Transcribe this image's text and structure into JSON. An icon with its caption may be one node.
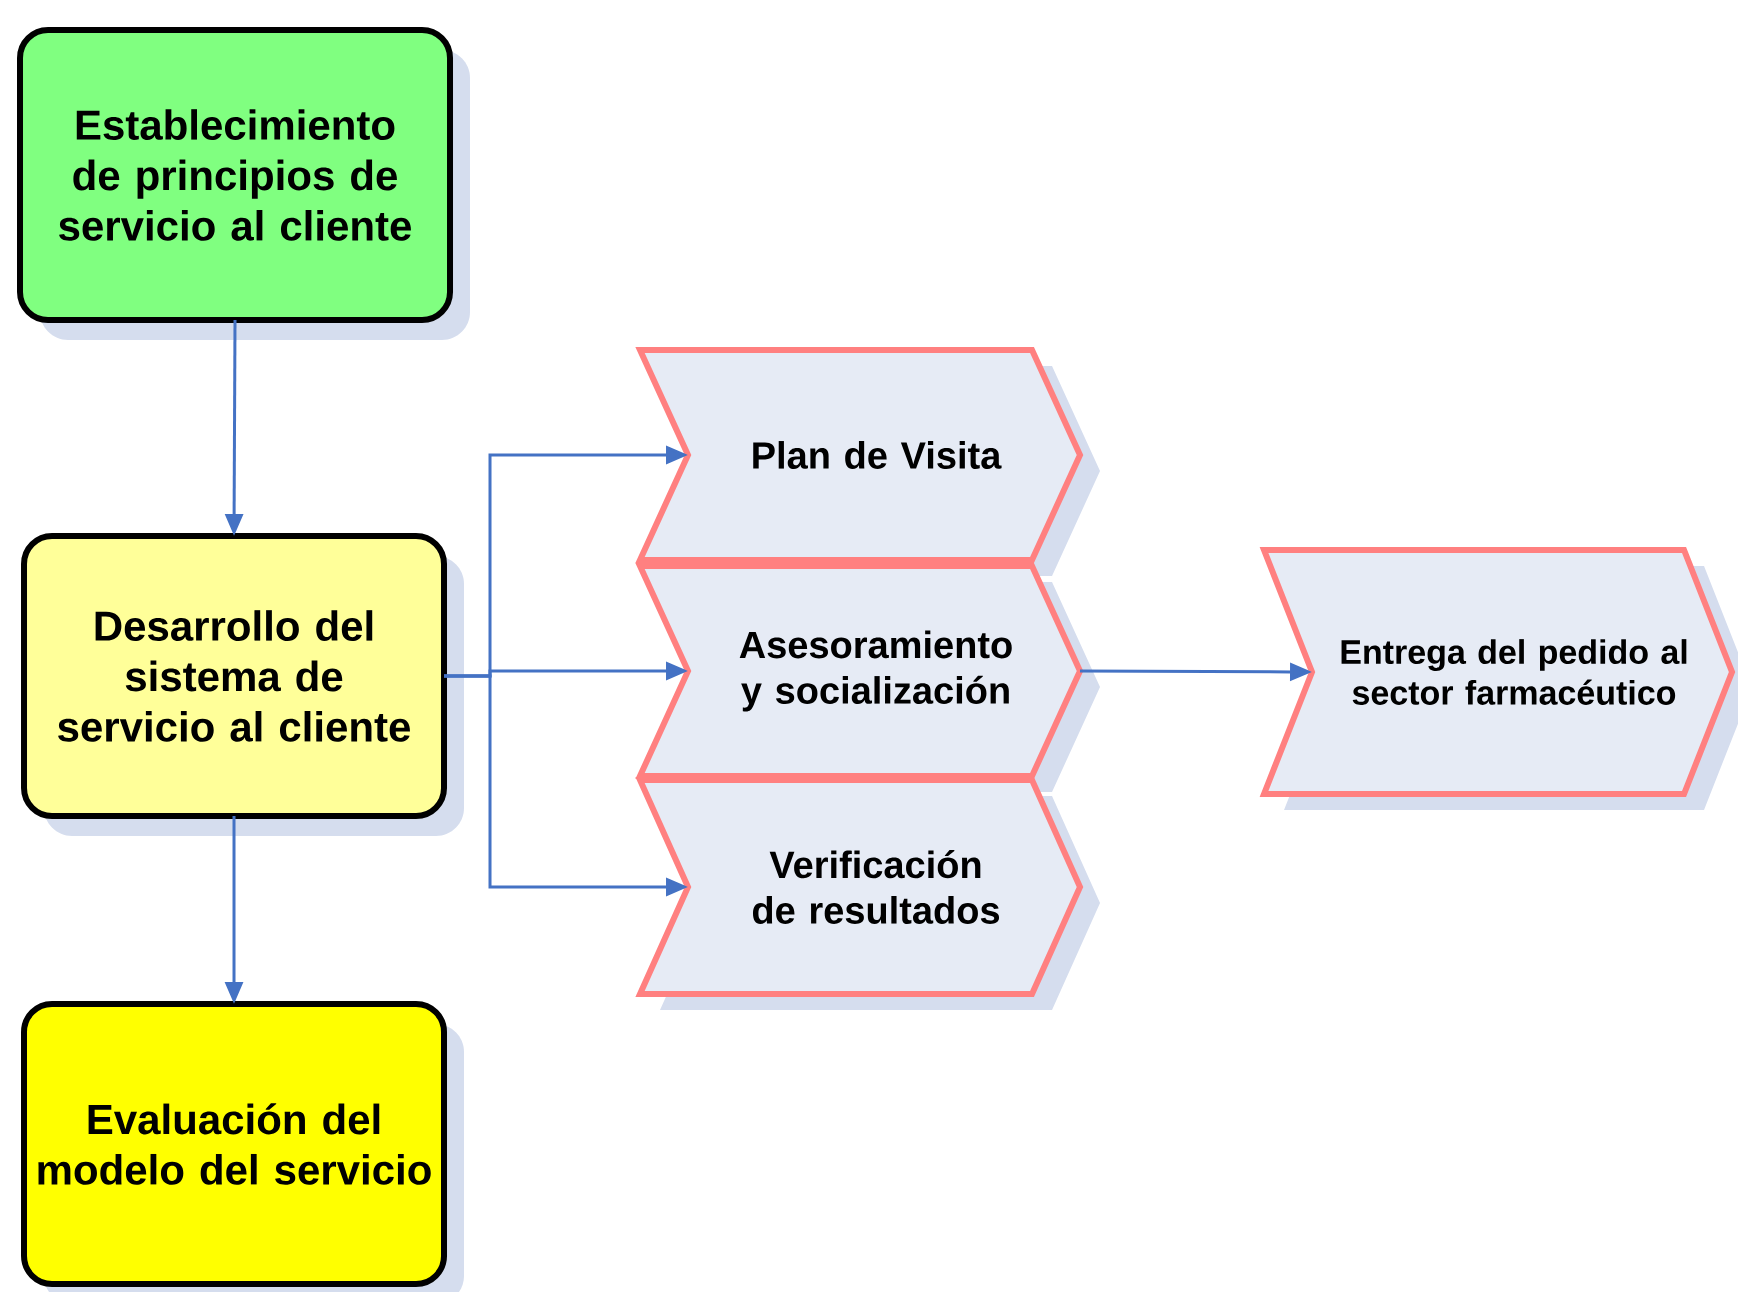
{
  "diagram": {
    "nodes": [
      {
        "text": [
          "Establecimiento de principios de servicio al cliente"
        ]
      },
      {
        "text": [
          "Desarrollo del sistema de servicio al cliente"
        ]
      },
      {
        "text": [
          "Evaluación del modelo del servicio"
        ]
      },
      {
        "text": [
          "Plan de Visita"
        ]
      },
      {
        "text": [
          "Asesoramiento y socialización"
        ]
      },
      {
        "text": [
          "Verificación de resultados"
        ]
      },
      {
        "text": [
          "Entrega del pedido al sector farmacéutico"
        ]
      }
    ],
    "edges": [
      {
        "from": 0,
        "to": 1,
        "arrow": "to"
      },
      {
        "from": 1,
        "to": 2,
        "arrow": "to"
      },
      {
        "from": 1,
        "to": 3,
        "arrow": "to"
      },
      {
        "from": 1,
        "to": 4,
        "arrow": "to"
      },
      {
        "from": 1,
        "to": 5,
        "arrow": "to"
      },
      {
        "from": 4,
        "to": 6,
        "arrow": "to"
      }
    ]
  }
}
